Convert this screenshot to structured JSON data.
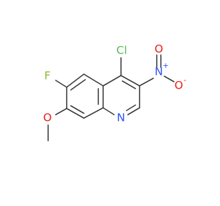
{
  "molecule": {
    "atoms": {
      "cl": {
        "label": "Cl",
        "color": "#5cb85c"
      },
      "f": {
        "label": "F",
        "color": "#8fba3a"
      },
      "o_methoxy": {
        "label": "O",
        "color": "#ee1c1c"
      },
      "n_ring": {
        "label": "N",
        "color": "#3050f8"
      },
      "n_nitro": {
        "label": "N",
        "color": "#3050f8",
        "charge": "+"
      },
      "o_nitro_top": {
        "label": "O",
        "color": "#ee1c1c"
      },
      "o_nitro_minus": {
        "label": "O",
        "color": "#ee1c1c",
        "charge": "-"
      }
    },
    "bond_color": "#3a3a3a"
  }
}
